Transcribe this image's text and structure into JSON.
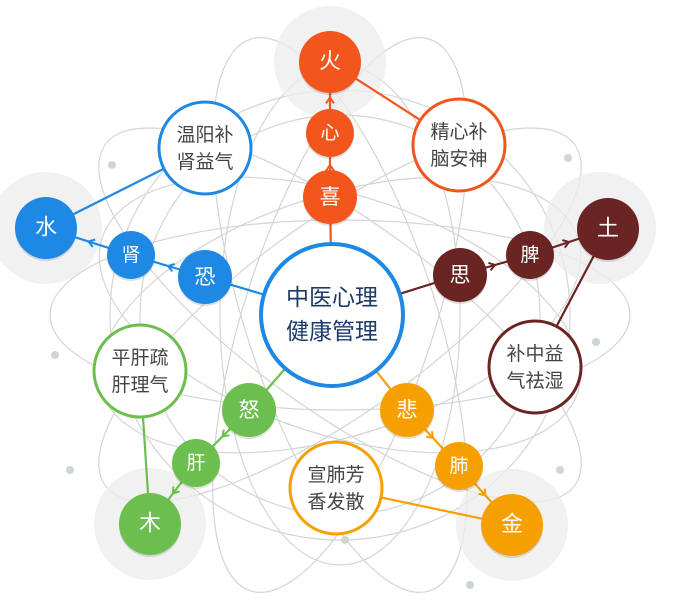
{
  "center": {
    "line1": "中医心理",
    "line2": "健康管理",
    "color": "#1e88e5"
  },
  "groups": [
    {
      "id": "fire",
      "color": "#f2561d",
      "element": "火",
      "organ": "心",
      "emotion": "喜",
      "advice": [
        "精心补",
        "脑安神"
      ]
    },
    {
      "id": "earth",
      "color": "#6b2424",
      "element": "土",
      "organ": "脾",
      "emotion": "思",
      "advice": [
        "补中益",
        "气祛湿"
      ]
    },
    {
      "id": "metal",
      "color": "#f5a000",
      "element": "金",
      "organ": "肺",
      "emotion": "悲",
      "advice": [
        "宣肺芳",
        "香发散"
      ]
    },
    {
      "id": "wood",
      "color": "#6cbf4f",
      "element": "木",
      "organ": "肝",
      "emotion": "怒",
      "advice": [
        "平肝疏",
        "肝理气"
      ]
    },
    {
      "id": "water",
      "color": "#1e88e5",
      "element": "水",
      "organ": "肾",
      "emotion": "恐",
      "advice": [
        "温阳补",
        "肾益气"
      ]
    }
  ]
}
